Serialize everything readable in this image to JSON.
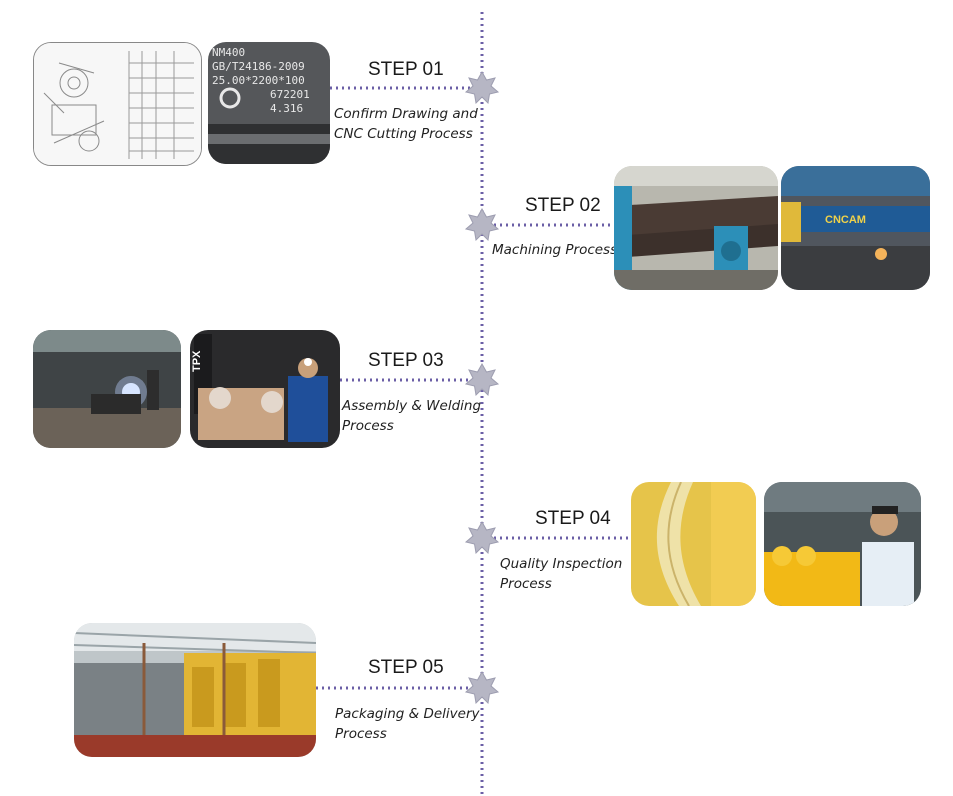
{
  "steps": [
    {
      "label": "STEP 01",
      "desc_line1": "Confirm Drawing and",
      "desc_line2": "CNC Cutting Process",
      "photos": [
        "technical-drawing-photo",
        "steel-plate-marking-photo"
      ],
      "plate_text": [
        "NM400",
        "GB/T24186-2009",
        "25.00*2200*100",
        "672201",
        "4.316"
      ]
    },
    {
      "label": "STEP 02",
      "desc_line1": "Machining Process",
      "desc_line2": "",
      "photos": [
        "plate-rolling-machine-photo",
        "cnc-cutting-machine-photo"
      ],
      "machine_text": "CNCAM"
    },
    {
      "label": "STEP 03",
      "desc_line1": "Assembly & Welding",
      "desc_line2": "Process",
      "photos": [
        "welding-workshop-photo",
        "worker-assembly-photo"
      ],
      "machine_text": "TPX"
    },
    {
      "label": "STEP 04",
      "desc_line1": "Quality Inspection",
      "desc_line2": "Process",
      "photos": [
        "weld-seam-closeup-photo",
        "inspector-measuring-photo"
      ]
    },
    {
      "label": "STEP 05",
      "desc_line1": "Packaging & Delivery",
      "desc_line2": "Process",
      "photos": [
        "truck-loaded-buckets-photo"
      ]
    }
  ],
  "colors": {
    "timeline": "#6b5fa6",
    "star": "#b6b6c4",
    "text": "#1a1a1a"
  }
}
